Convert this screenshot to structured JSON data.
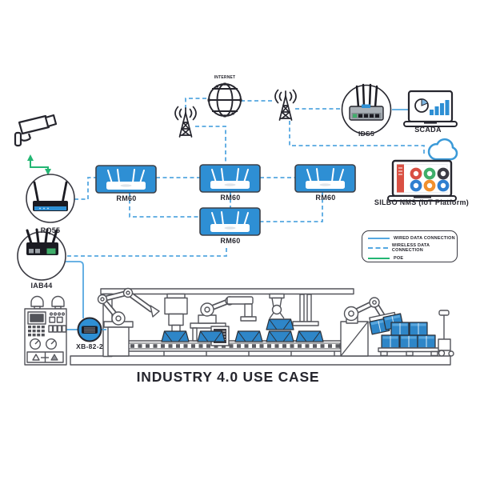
{
  "title": "INDUSTRY 4.0 USE CASE",
  "labels": {
    "internet": "INTERNET",
    "rq55": "RQ55",
    "rm60": "RM60",
    "ids5": "IDS5",
    "scada": "SCADA",
    "silbo": "SILBO NMS (IoT Platform)",
    "iab44": "IAB44",
    "xb822": "XB-82-2"
  },
  "legend": {
    "wired": "WIRED DATA CONNECTION",
    "wireless": "WIRELESS DATA CONNECTION",
    "poe": "POE"
  },
  "colors": {
    "wired": "#55a8e1",
    "wireless": "#55a8e1",
    "poe": "#23b673",
    "device_blue": "#2e8fd4",
    "bin": "#2e86c8"
  },
  "connections": [
    {
      "from": "CCTV camera",
      "to": "RQ55",
      "type": "poe"
    },
    {
      "from": "RQ55",
      "to": "RM60 #1",
      "type": "wireless"
    },
    {
      "from": "RM60 #1",
      "to": "RM60 #2",
      "type": "wireless"
    },
    {
      "from": "RM60 #2",
      "to": "RM60 #3",
      "type": "wireless"
    },
    {
      "from": "RM60 #1",
      "to": "RM60 #4",
      "type": "wireless"
    },
    {
      "from": "RM60 #2",
      "to": "RM60 #4",
      "type": "wireless"
    },
    {
      "from": "RM60 #3",
      "to": "RM60 #4",
      "type": "wireless"
    },
    {
      "from": "RM60 #4",
      "to": "IAB44",
      "type": "wireless"
    },
    {
      "from": "cell tower 1",
      "to": "INTERNET",
      "type": "wireless"
    },
    {
      "from": "cell tower 1",
      "to": "RM60 #2",
      "type": "wireless"
    },
    {
      "from": "INTERNET",
      "to": "cell tower 2",
      "type": "wireless"
    },
    {
      "from": "cell tower 2",
      "to": "IDS5",
      "type": "wireless"
    },
    {
      "from": "cell tower 2",
      "to": "SILBO NMS cloud",
      "type": "wireless"
    },
    {
      "from": "IDS5",
      "to": "SCADA",
      "type": "wired"
    },
    {
      "from": "IAB44",
      "to": "XB-82-2",
      "type": "wired"
    },
    {
      "from": "control cabinet",
      "to": "XB-82-2",
      "type": "wired"
    },
    {
      "from": "XB-82-2",
      "to": "assembly line",
      "type": "wired"
    }
  ]
}
